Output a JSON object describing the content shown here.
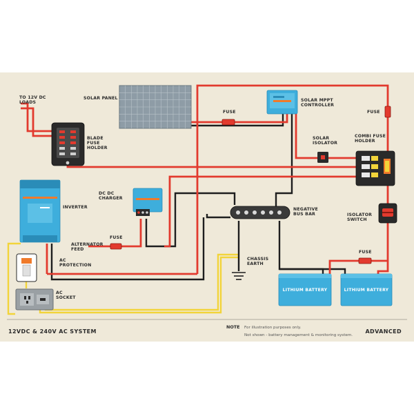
{
  "labels": {
    "to_12v_dc_loads": [
      "TO 12V DC",
      "LOADS"
    ],
    "solar_panel": "SOLAR PANEL",
    "fuse_top": "FUSE",
    "solar_mppt_controller": [
      "SOLAR MPPT",
      "CONTROLLER"
    ],
    "fuse_right": "FUSE",
    "blade_fuse_holder": [
      "BLADE",
      "FUSE",
      "HOLDER"
    ],
    "solar_isolator": [
      "SOLAR",
      "ISOLATOR"
    ],
    "combi_fuse_holder": [
      "COMBI FUSE",
      "HOLDER"
    ],
    "inverter": "INVERTER",
    "dc_dc_charger": [
      "DC DC",
      "CHARGER"
    ],
    "negative_bus_bar": [
      "NEGATIVE",
      "BUS BAR"
    ],
    "isolator_switch": [
      "ISOLATOR",
      "SWITCH"
    ],
    "fuse_alternator": "FUSE",
    "alternator_feed": [
      "ALTERNATOR",
      "FEED"
    ],
    "ac_protection": [
      "AC",
      "PROTECTION"
    ],
    "chassis_earth": [
      "CHASSIS",
      "EARTH"
    ],
    "fuse_battery": "FUSE",
    "battery_1": "LITHIUM BATTERY",
    "battery_2": "LITHIUM BATTERY",
    "ac_socket": [
      "AC",
      "SOCKET"
    ]
  },
  "footer": {
    "title": "12VDC & 240V AC SYSTEM",
    "note_heading": "NOTE",
    "note_line_1": "For illustration purposes only.",
    "note_line_2": "Not shown - battery management & monitoring system.",
    "level": "ADVANCED"
  },
  "colors": {
    "background": "#efe9d9",
    "positive_wire": "#e23a2e",
    "negative_wire": "#1e1e1e",
    "ac_wire": "#f2d43a",
    "device_blue": "#3eaedc",
    "accent_orange": "#f07a2a",
    "solar_panel": "#8e9ca6"
  }
}
